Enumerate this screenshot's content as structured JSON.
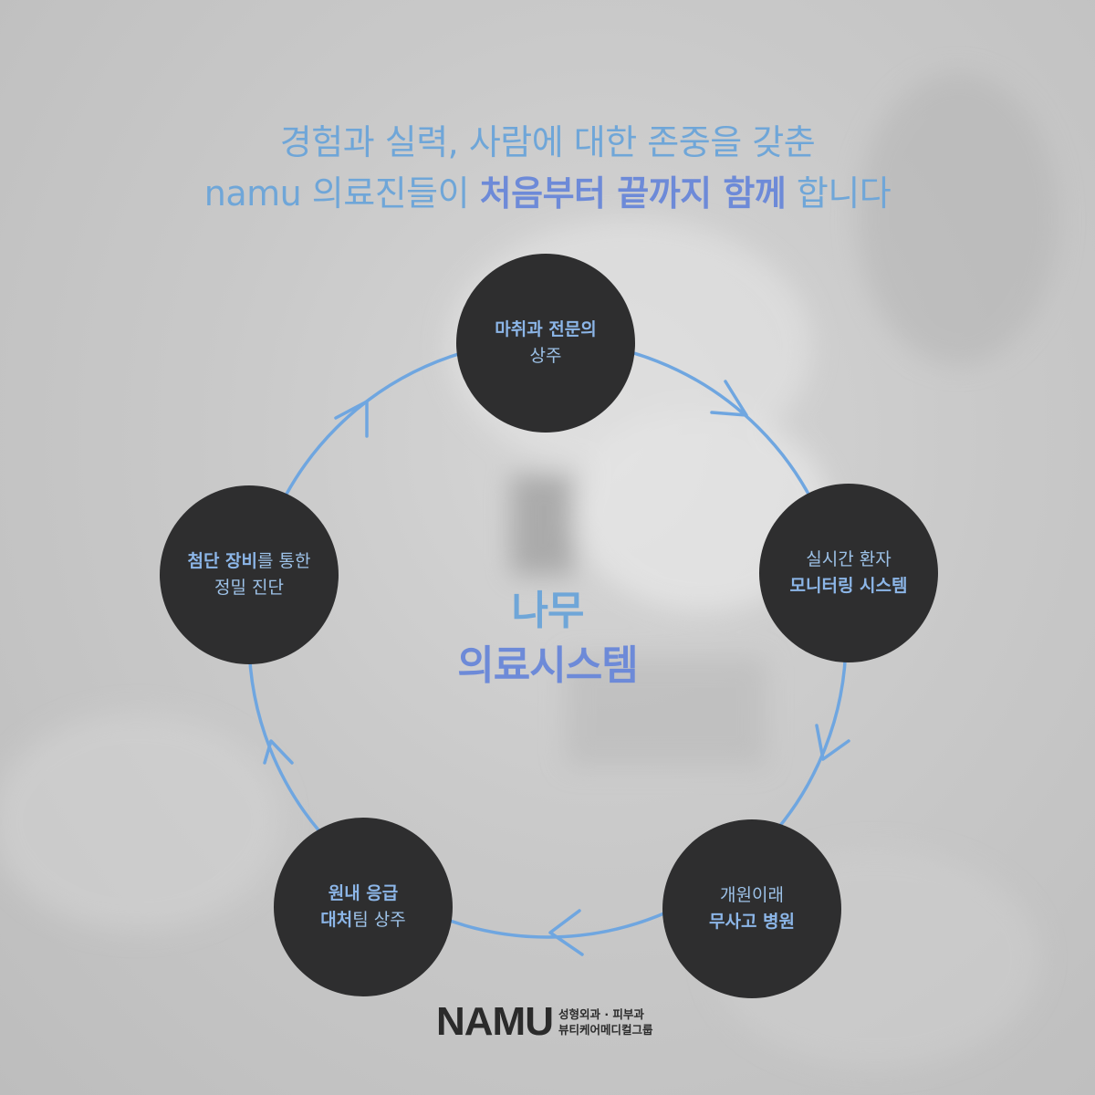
{
  "headline": {
    "line1": "경험과 실력, 사람에 대한 존중을 갖춘",
    "line2_prefix": "namu 의료진들이 ",
    "line2_strong": "처음부터 끝까지 함께",
    "line2_suffix": " 합니다"
  },
  "center_title": {
    "line1": "나무",
    "line2": "의료시스템"
  },
  "nodes": [
    {
      "strong1": "마취과 전문의",
      "line2": "상주"
    },
    {
      "line1": "실시간 환자",
      "strong2": "모니터링 시스템"
    },
    {
      "line1": "개원이래",
      "strong2": "무사고 병원"
    },
    {
      "strong1a": "원내 응급",
      "strong2a": "대처",
      "rest2": "팀 상주"
    },
    {
      "strong1a": "첨단 장비",
      "rest1": "를 통한",
      "line2": "정밀 진단"
    }
  ],
  "footer": {
    "logo": "NAMU",
    "sub1": "성형외과 · 피부과",
    "sub2": "뷰티케어메디컬그룹"
  },
  "colors": {
    "accent_light": "#6fa6d8",
    "accent_deep": "#6d8ad8",
    "node_fill": "#2e2e2f",
    "ring": "#6fa6e0"
  }
}
